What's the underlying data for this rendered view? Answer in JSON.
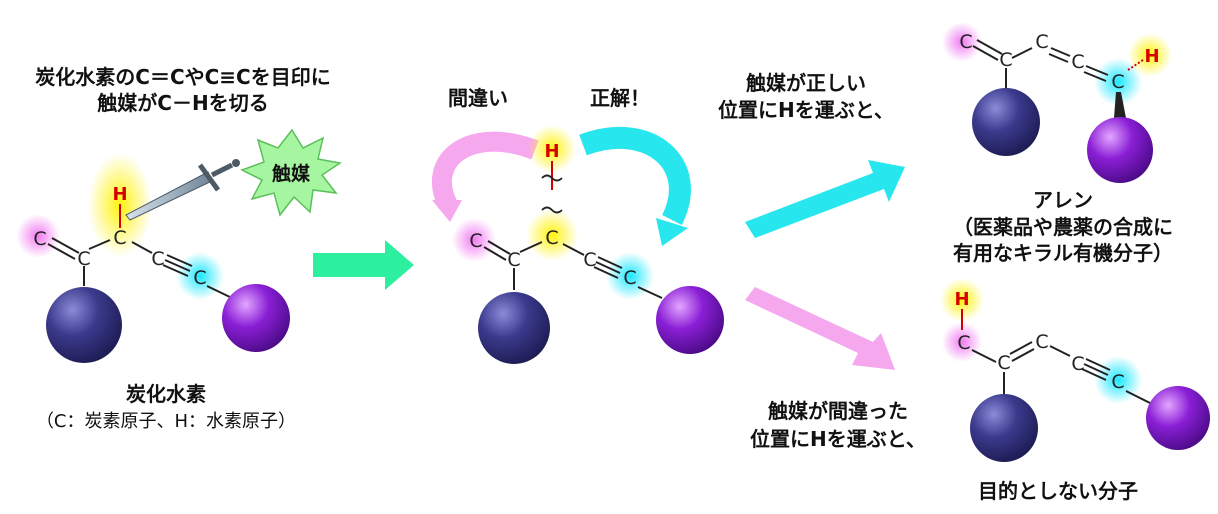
{
  "panel_left": {
    "caption_line1": "炭化水素のC＝CやC≡Cを目印に",
    "caption_line2": "触媒がC－Hを切る",
    "catalyst_label": "触媒",
    "bottom_line1": "炭化水素",
    "bottom_line2": "（C：炭素原子、H：水素原子）"
  },
  "panel_middle": {
    "wrong_label": "間違い",
    "correct_label": "正解！"
  },
  "panel_right": {
    "arrow_top_line1": "触媒が正しい",
    "arrow_top_line2": "位置にHを運ぶと、",
    "arrow_bottom_line1": "触媒が間違った",
    "arrow_bottom_line2": "位置にHを運ぶと、",
    "allene_title": "アレン",
    "allene_line2": "（医薬品や農薬の合成に",
    "allene_line3": "有用なキラル有機分子）",
    "unwanted_label": "目的としない分子"
  },
  "atoms": {
    "carbon": "C",
    "hydrogen": "H"
  },
  "colors": {
    "pink_glow": "#f06cf0",
    "yellow_glow": "#fff200",
    "cyan_glow": "#00e5ff",
    "navy_ball": "#3b3a8c",
    "purple_ball": "#8a1fd6",
    "green_arrow": "#2cf0a0",
    "cyan_arrow": "#28e6ee",
    "pink_arrow": "#f5a8ee",
    "catalyst_burst": "#a6f5a0",
    "hydrogen_red": "#d40000"
  }
}
